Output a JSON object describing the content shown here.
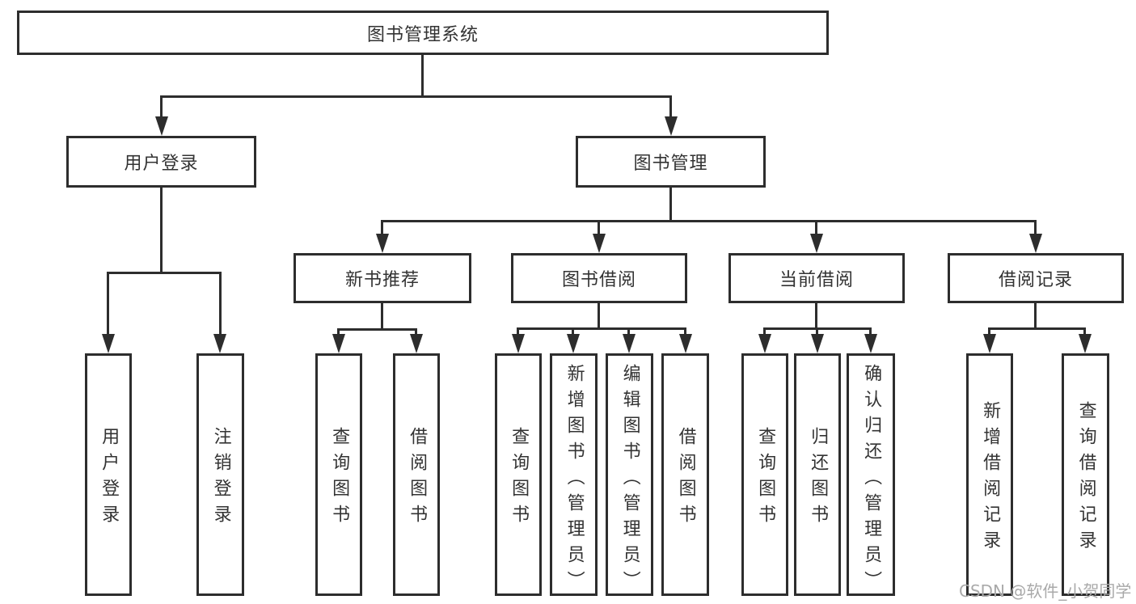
{
  "nodes": {
    "root": "图书管理系统",
    "user_login": "用户登录",
    "book_management": "图书管理",
    "new_book_recommend": "新书推荐",
    "book_borrowing": "图书借阅",
    "current_borrowing": "当前借阅",
    "borrowing_records": "借阅记录"
  },
  "leaves": {
    "user_login": "用户登录",
    "logout": "注销登录",
    "rec_query_books": "查询图书",
    "rec_borrow_books": "借阅图书",
    "bb_query_books": "查询图书",
    "bb_add_books_admin": "新增图书（管理员）",
    "bb_edit_books_admin": "编辑图书（管理员）",
    "bb_borrow_books": "借阅图书",
    "cb_query_books": "查询图书",
    "cb_return_books": "归还图书",
    "cb_confirm_return_admin": "确认归还（管理员）",
    "br_add_record": "新增借阅记录",
    "br_query_record": "查询借阅记录"
  },
  "watermark": "CSDN @软件_小贺同学",
  "colors": {
    "line": "#2d2d2d",
    "text": "#333333",
    "watermark": "#a9a9a9",
    "background": "#ffffff"
  }
}
